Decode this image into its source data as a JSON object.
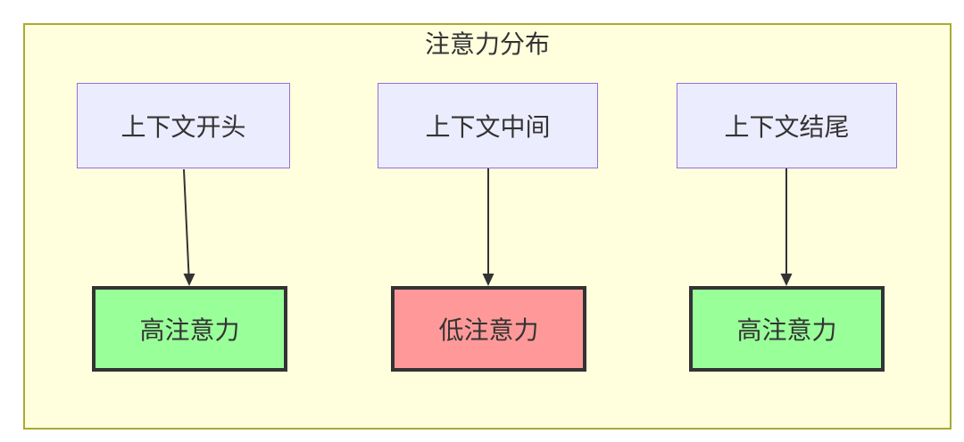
{
  "diagram": {
    "title": "注意力分布",
    "top_nodes": [
      {
        "id": "A",
        "label": "上下文开头"
      },
      {
        "id": "B",
        "label": "上下文中间"
      },
      {
        "id": "C",
        "label": "上下文结尾"
      }
    ],
    "bottom_nodes": [
      {
        "id": "D",
        "label": "高注意力",
        "state": "high"
      },
      {
        "id": "E",
        "label": "低注意力",
        "state": "low"
      },
      {
        "id": "F",
        "label": "高注意力",
        "state": "high"
      }
    ],
    "edges": [
      {
        "from": "A",
        "to": "D"
      },
      {
        "from": "B",
        "to": "E"
      },
      {
        "from": "C",
        "to": "F"
      }
    ]
  },
  "colors": {
    "canvas_bg": "#ffffff",
    "cluster_bg": "#ffffde",
    "cluster_border": "#aaaa33",
    "source_node_bg": "#ececff",
    "source_node_border": "#9370db",
    "high_attention_bg": "#99ff99",
    "low_attention_bg": "#ff9999",
    "result_node_border": "#333333",
    "text": "#333333",
    "arrow": "#333333"
  }
}
